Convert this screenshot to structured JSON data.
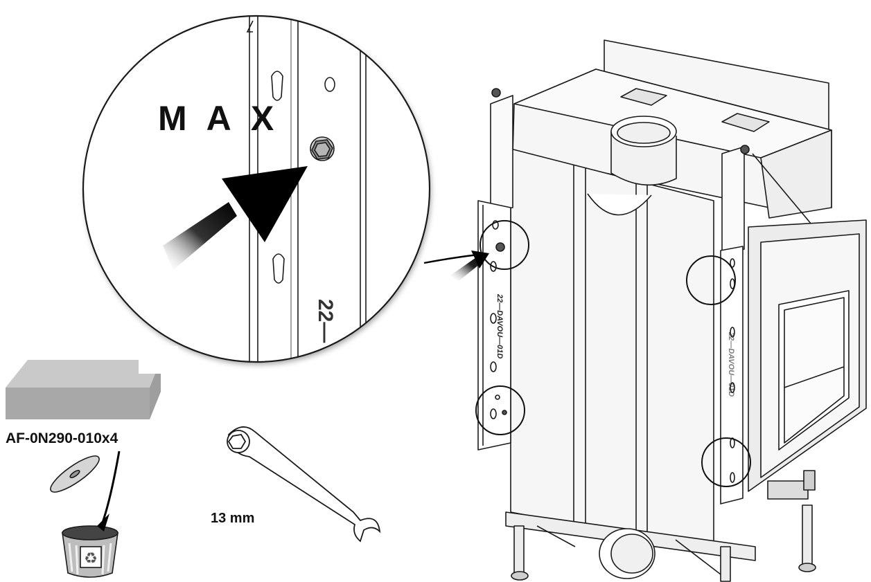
{
  "zoom_callout": {
    "max_label": "M A X",
    "plate_marking": "22—"
  },
  "fireplace": {
    "left_bracket_marking": "22—DAVOU—01D",
    "right_bracket_marking": "22—DAVOU—01D"
  },
  "parts": {
    "insulation_board_label": "AF-0N290-010x4"
  },
  "tools": {
    "wrench_size_label": "13 mm"
  },
  "icons": [
    "magnifier-callout",
    "arrow-icon",
    "recycle-bin-icon",
    "recycle-symbol-icon",
    "wrench-icon",
    "highlight-circle-icon"
  ],
  "colors": {
    "line": "#1a1a1a",
    "panel_fill": "#f6f6f6",
    "board_top": "#c9c9c9",
    "board_side": "#9e9e9e",
    "bin_fill": "#bdbdbd",
    "arrow_fill": "#000000"
  }
}
